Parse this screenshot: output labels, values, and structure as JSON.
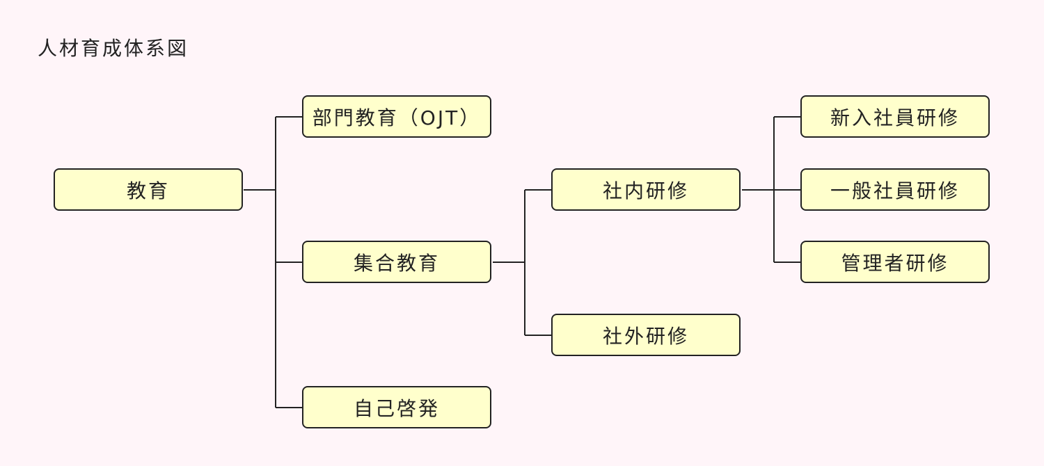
{
  "title": "人材育成体系図",
  "nodes": {
    "root": "教育",
    "ojt": "部門教育（OJT）",
    "group": "集合教育",
    "self": "自己啓発",
    "internal": "社内研修",
    "external": "社外研修",
    "new_employee": "新入社員研修",
    "general_employee": "一般社員研修",
    "manager": "管理者研修"
  },
  "colors": {
    "background": "#fff5f9",
    "node_fill": "#ffffcc",
    "line": "#222222"
  }
}
